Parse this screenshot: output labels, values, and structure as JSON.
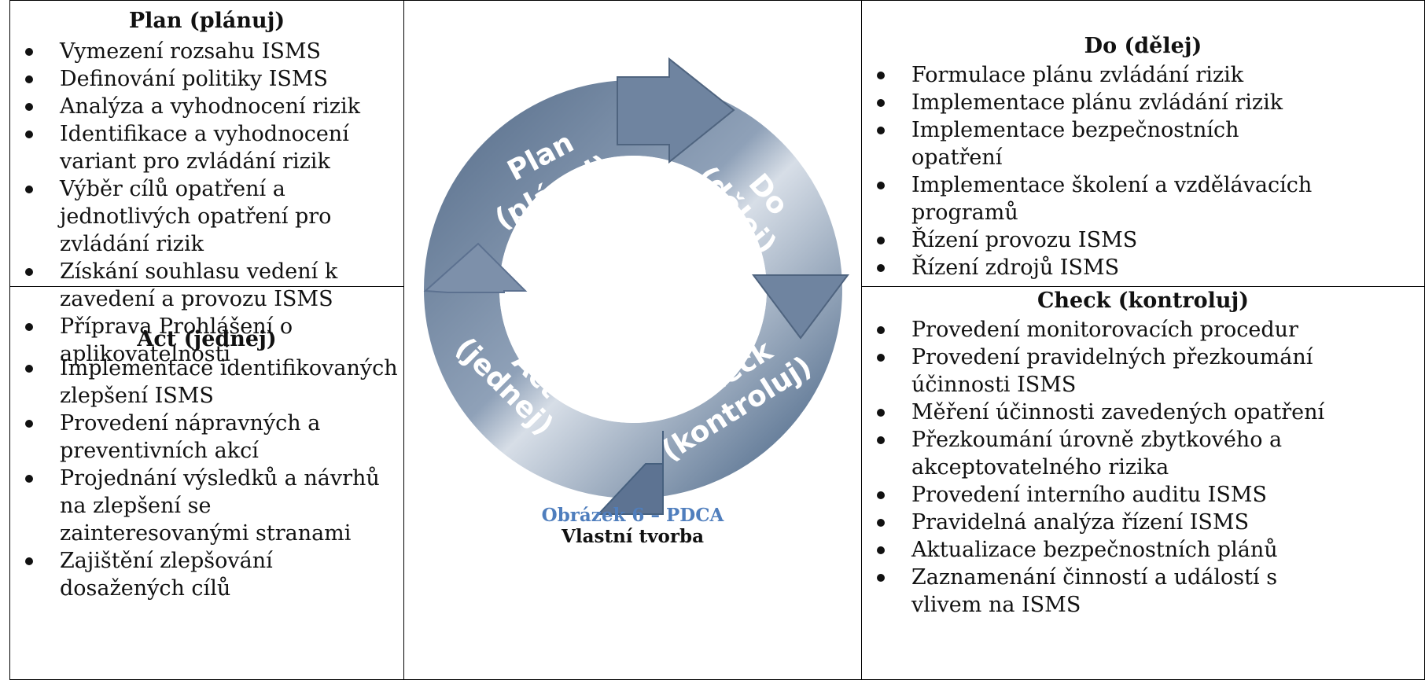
{
  "plan": {
    "title": "Plan (plánuj)",
    "items": [
      "Vymezení rozsahu ISMS",
      "Definování politiky ISMS",
      "Analýza a vyhodnocení rizik",
      "Identifikace a vyhodnocení variant pro zvládání rizik",
      "Výběr cílů opatření a jednotlivých opatření pro zvládání rizik",
      "Získání souhlasu vedení k zavedení a provozu ISMS",
      "Příprava Prohlášení o aplikovatelnosti"
    ]
  },
  "do": {
    "title": "Do (dělej)",
    "items": [
      "Formulace plánu zvládání rizik",
      "Implementace plánu zvládání rizik",
      "Implementace bezpečnostních opatření",
      "Implementace školení a vzdělávacích programů",
      "Řízení provozu ISMS",
      "Řízení zdrojů ISMS"
    ]
  },
  "act": {
    "title": "Act (jednej)",
    "items": [
      "Implementace identifikovaných zlepšení ISMS",
      "Provedení nápravných a preventivních akcí",
      "Projednání výsledků a návrhů na zlepšení se zainteresovanými stranami",
      "Zajištění zlepšování dosažených cílů"
    ]
  },
  "check": {
    "title": "Check (kontroluj)",
    "items": [
      "Provedení monitorovacích procedur",
      "Provedení pravidelných přezkoumání účinnosti ISMS",
      "Měření účinnosti zavedených opatření",
      "Přezkoumání úrovně zbytkového a akceptovatelného rizika",
      "Provedení interního auditu ISMS",
      "Pravidelná analýza řízení ISMS",
      "Aktualizace bezpečnostních plánů",
      "Zaznamenání činností a událostí s vlivem na ISMS"
    ]
  },
  "cycle": {
    "plan_line1": "Plan",
    "plan_line2": "(plánuj)",
    "do_line1": "Do",
    "do_line2": "(dělej)",
    "check_line1": "Check",
    "check_line2": "(kontroluj)",
    "act_line1": "Act",
    "act_line2": "(jednej)"
  },
  "caption": {
    "figure": "Obrázek 6 – PDCA",
    "source": "Vlastní tvorba"
  },
  "colors": {
    "arrow_dark": "#6b7f9a",
    "arrow_light": "#c8d2de",
    "caption_blue": "#4f7ebd"
  }
}
